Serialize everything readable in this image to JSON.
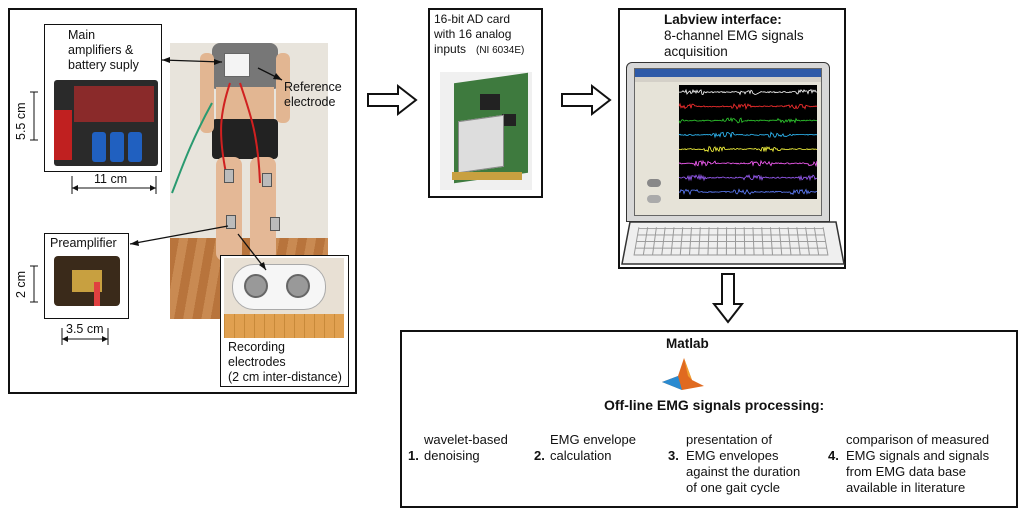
{
  "hardware": {
    "amplifier_label": "Main\namplifiers &\nbattery suply",
    "amp_height": "5.5 cm",
    "amp_width": "11 cm",
    "reference_label": "Reference\nelectrode",
    "preamp_label": "Preamplifier",
    "preamp_height": "2 cm",
    "preamp_width": "3.5 cm",
    "recording_label": "Recording\nelectrodes\n(2 cm inter-distance)"
  },
  "ad_card": {
    "label_main": "16-bit AD card\nwith 16 analog\ninputs",
    "label_model": "(NI 6034E)"
  },
  "labview": {
    "title": "Labview interface:",
    "subtitle": "8-channel EMG signals\nacquisition",
    "channel_colors": [
      "#ffffff",
      "#ff3030",
      "#30d030",
      "#30c0ff",
      "#ffff40",
      "#ff60ff",
      "#a060ff",
      "#6080ff"
    ]
  },
  "matlab": {
    "title": "Matlab",
    "subtitle": "Off-line EMG signals processing:",
    "steps": [
      {
        "num": "1.",
        "text": "wavelet-based\ndenoising"
      },
      {
        "num": "2.",
        "text": "EMG envelope\ncalculation"
      },
      {
        "num": "3.",
        "text": "presentation of\nEMG envelopes\nagainst the duration\nof one gait cycle"
      },
      {
        "num": "4.",
        "text": "comparison of measured\nEMG signals and signals\nfrom EMG data base\navailable in literature"
      }
    ]
  }
}
